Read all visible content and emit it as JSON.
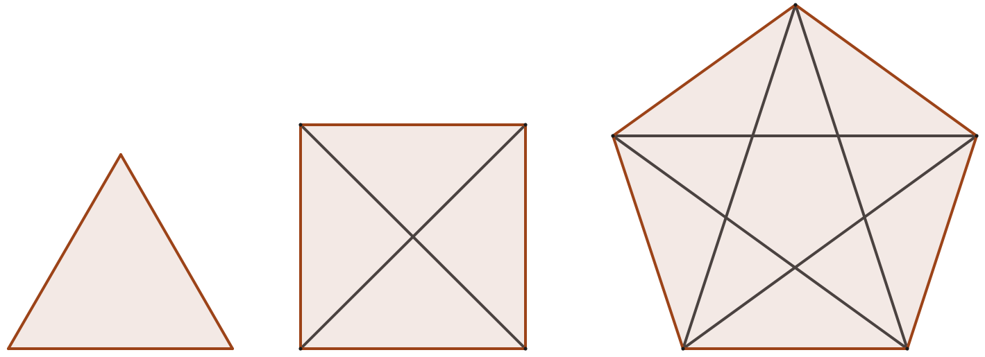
{
  "colors": {
    "background": "#ffffff",
    "polygon_fill": "#f3e9e5",
    "polygon_edge": "#9c4318",
    "diagonal": "#4a4240",
    "vertex": "#1a1a1a"
  },
  "diagram": {
    "shapes": [
      {
        "id": "triangle",
        "sides": 3,
        "diagonals": 0
      },
      {
        "id": "square",
        "sides": 4,
        "diagonals": 2
      },
      {
        "id": "pentagon",
        "sides": 5,
        "diagonals": 5
      }
    ]
  }
}
